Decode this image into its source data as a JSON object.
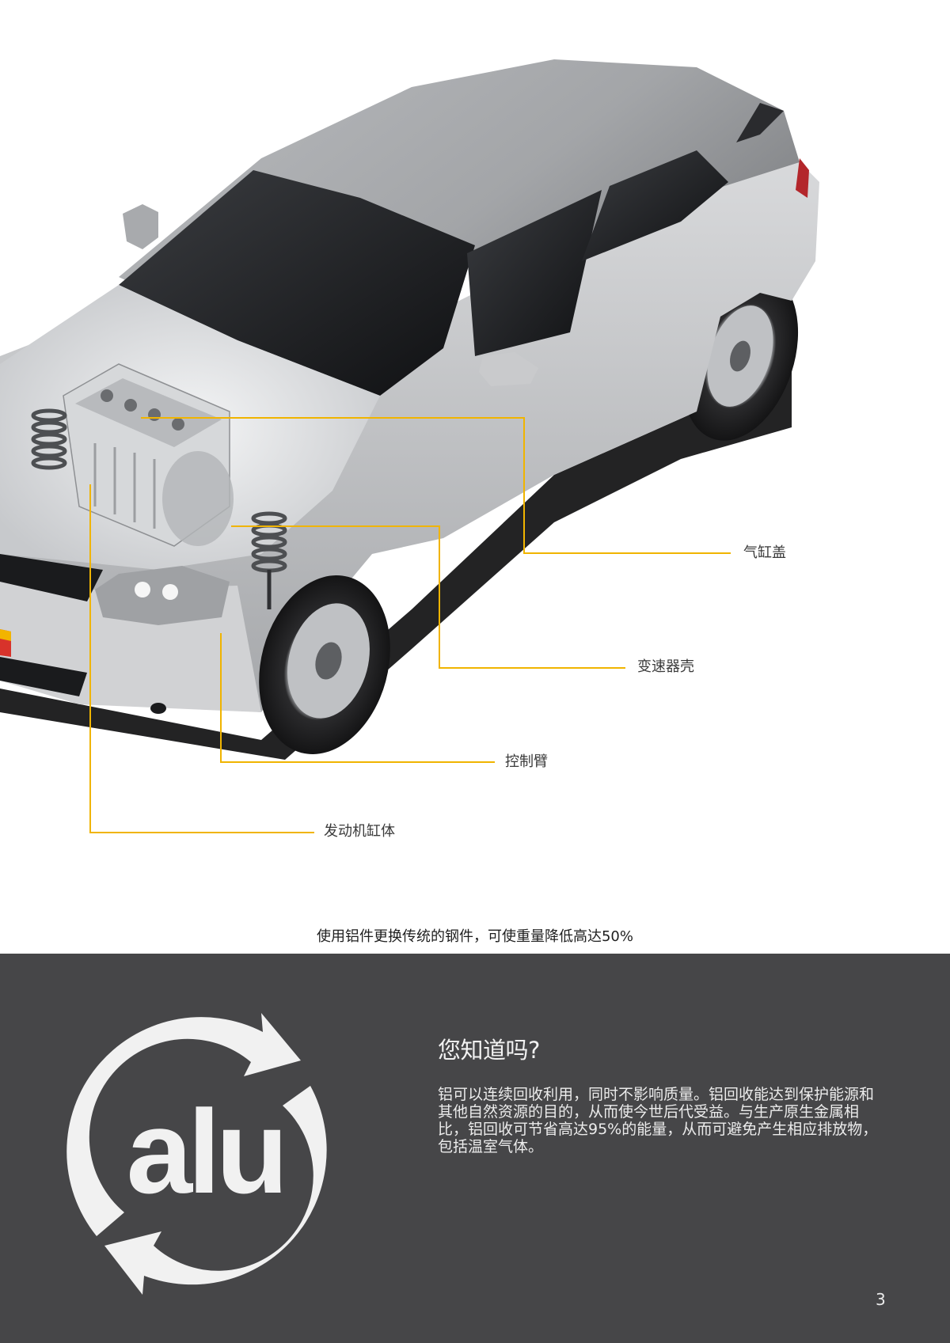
{
  "illustration": {
    "subject": "car cutaway showing aluminium parts",
    "callout_color": "#f0b400",
    "callouts": [
      {
        "id": "cylinder-head",
        "label": "气缸盖"
      },
      {
        "id": "transmission-housing",
        "label": "变速器壳"
      },
      {
        "id": "control-arm",
        "label": "控制臂"
      },
      {
        "id": "engine-block",
        "label": "发动机缸体"
      }
    ]
  },
  "caption": "使用铝件更换传统的钢件，可使重量降低高达50%",
  "info": {
    "logo_text": "alu",
    "logo_icon": "recycle-arrows-icon",
    "title": "您知道吗?",
    "body": "铝可以连续回收利用，同时不影响质量。铝回收能达到保护能源和其他自然资源的目的，从而使今世后代受益。与生产原生金属相比，铝回收可节省高达95%的能量，从而可避免产生相应排放物，包括温室气体。",
    "background_color": "#464648"
  },
  "page_number": "3"
}
